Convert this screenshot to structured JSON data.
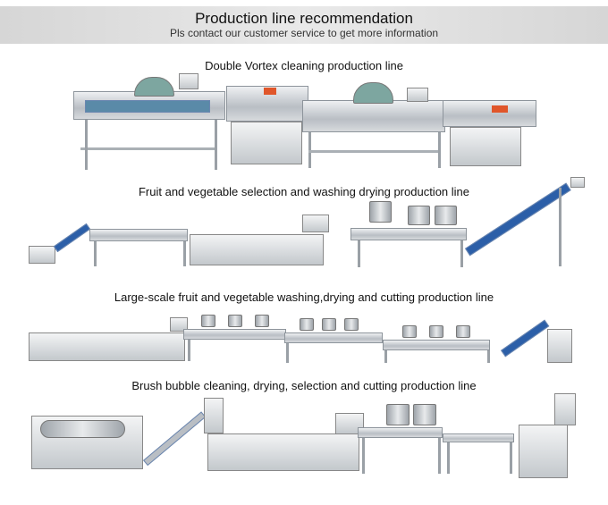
{
  "header": {
    "title": "Production line recommendation",
    "subtitle": "Pls contact our customer service to get more information"
  },
  "lines": [
    {
      "title": "Double Vortex cleaning production line"
    },
    {
      "title": "Fruit and vegetable selection and washing drying production line"
    },
    {
      "title": "Large-scale fruit and vegetable washing,drying and cutting production line"
    },
    {
      "title": "Brush bubble cleaning, drying, selection and cutting production line"
    }
  ]
}
